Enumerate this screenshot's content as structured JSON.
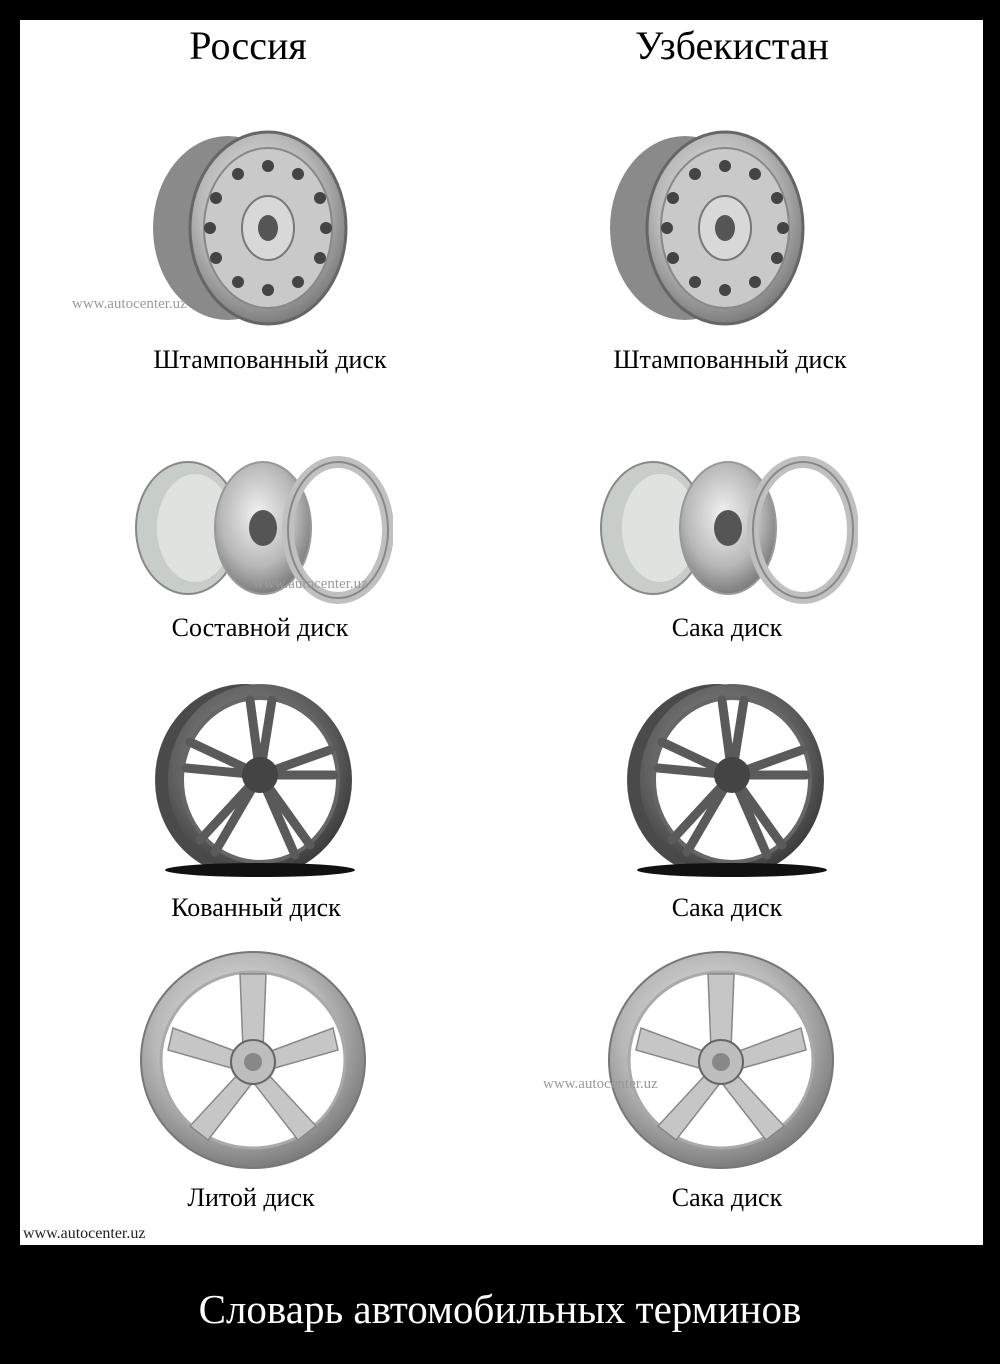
{
  "columns": [
    {
      "header": "Россия",
      "labels": [
        "Штампованный диск",
        "Составной диск",
        "Кованный диск",
        "Литой диск"
      ]
    },
    {
      "header": "Узбекистан",
      "labels": [
        "Штампованный диск",
        "Сака диск",
        "Сака диск",
        "Сака диск"
      ]
    }
  ],
  "wheel_types": [
    "steel-wheel",
    "multipiece-wheel",
    "forged-wheel",
    "alloy-wheel"
  ],
  "watermark": "www.autocenter.uz",
  "caption": "Словарь автомобильных терминов",
  "colors": {
    "background": "#000000",
    "panel": "#ffffff",
    "caption": "#ffffff"
  }
}
